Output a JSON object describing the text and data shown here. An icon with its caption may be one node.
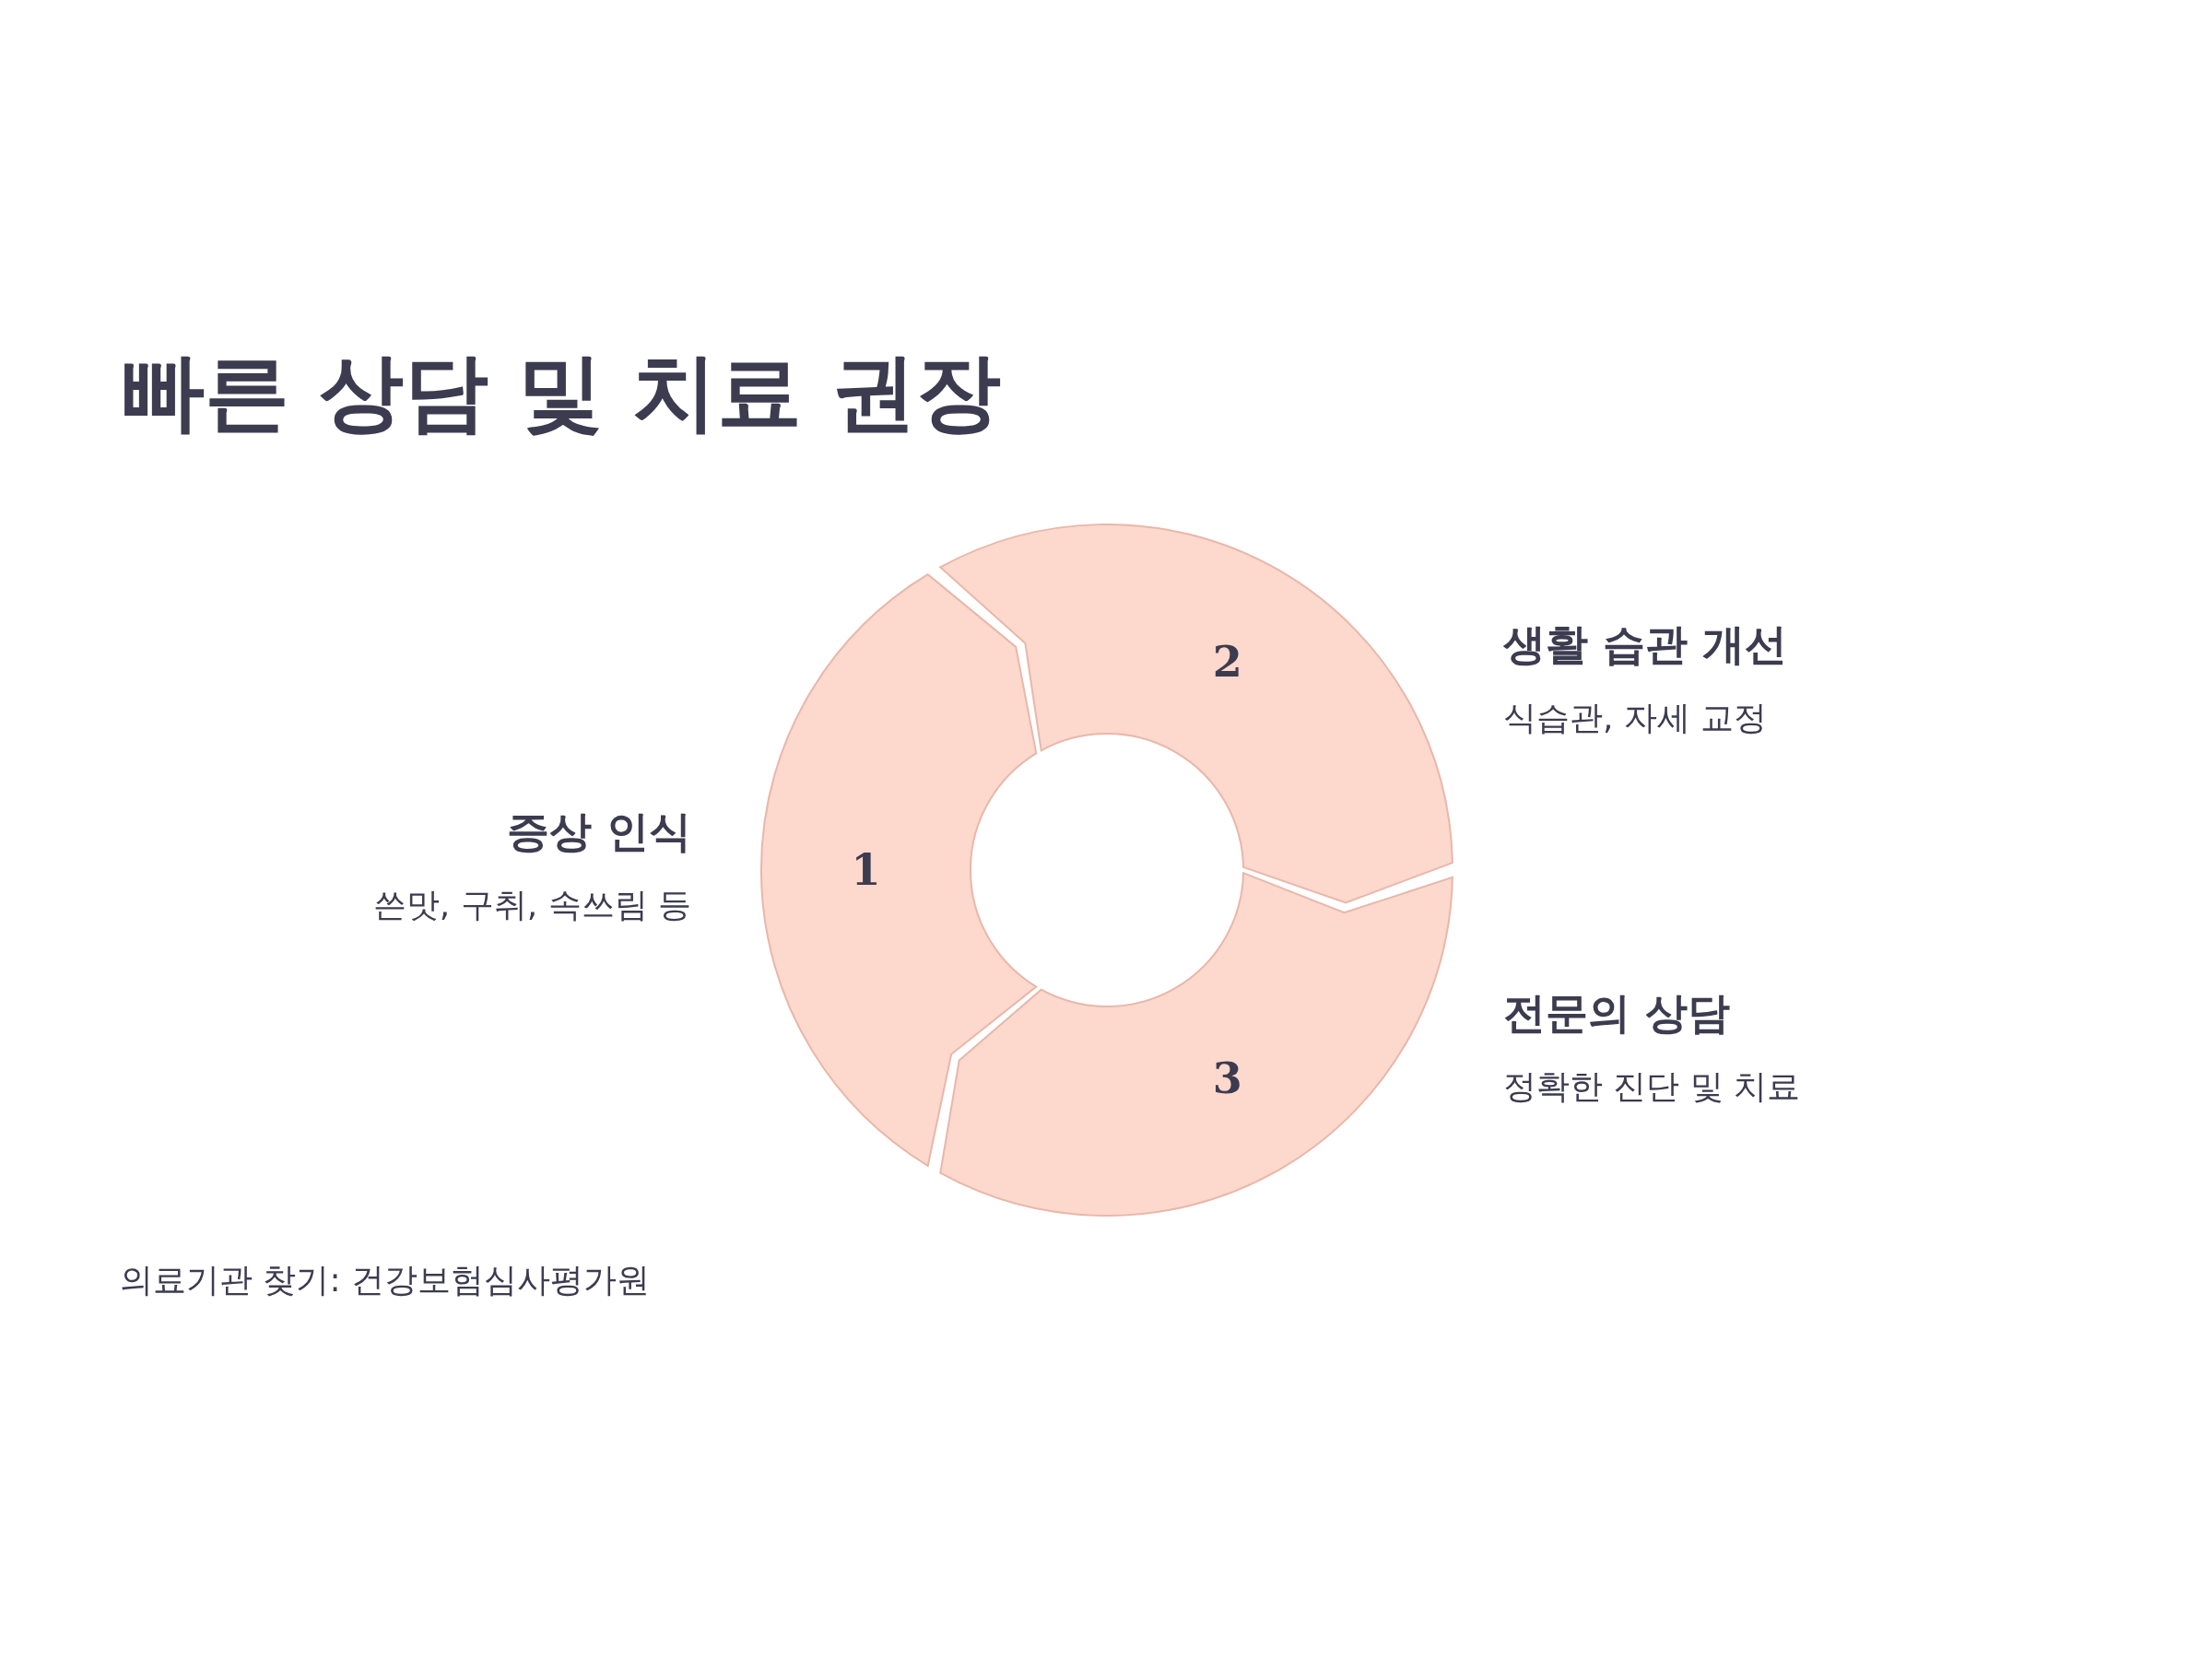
{
  "diagram": {
    "title": "빠른 상담 및 치료 권장",
    "nodes": [
      {
        "text": [
          "1"
        ],
        "beside": [
          "증상 인식",
          "쓴맛, 구취, 속쓰림 등"
        ]
      },
      {
        "text": [
          "2"
        ],
        "beside": [
          "생활 습관 개선",
          "식습관, 자세 교정"
        ]
      },
      {
        "text": [
          "3"
        ],
        "beside": [
          "전문의 상담",
          "정확한 진단 및 치료"
        ]
      }
    ],
    "caption": "의료기관 찾기: 건강보험심사평가원"
  }
}
